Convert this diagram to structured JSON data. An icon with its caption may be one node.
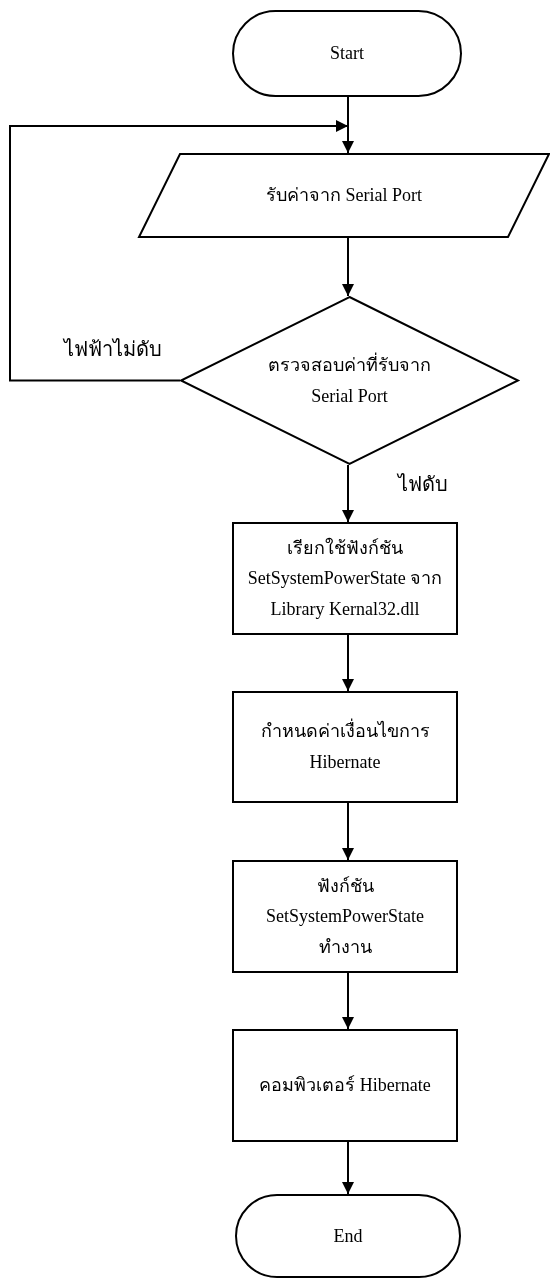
{
  "diagram": {
    "nodes": [
      {
        "text": [
          "Start"
        ]
      },
      {
        "text": [
          "รับค่าจาก Serial Port"
        ]
      },
      {
        "text": [
          "ตรวจสอบค่าที่รับจาก Serial Port"
        ]
      },
      {
        "text": [
          "เรียกใช้ฟังก์ชัน SetSystemPowerState จาก Library Kernal32.dll"
        ]
      },
      {
        "text": [
          "กำหนดค่าเงื่อนไขการ Hibernate"
        ]
      },
      {
        "text": [
          "ฟังก์ชัน SetSystemPowerState ทำงาน"
        ]
      },
      {
        "text": [
          "คอมพิวเตอร์ Hibernate"
        ]
      },
      {
        "text": [
          "End"
        ]
      }
    ],
    "edges": [
      {
        "from": 0,
        "to": 1,
        "arrow": "to"
      },
      {
        "from": 1,
        "to": 2,
        "arrow": "to"
      },
      {
        "from": 2,
        "to": 1,
        "arrow": "to",
        "label": "ไฟฟ้าไม่ดับ"
      },
      {
        "from": 2,
        "to": 3,
        "arrow": "to",
        "label": "ไฟดับ"
      },
      {
        "from": 3,
        "to": 4,
        "arrow": "to"
      },
      {
        "from": 4,
        "to": 5,
        "arrow": "to"
      },
      {
        "from": 5,
        "to": 6,
        "arrow": "to"
      },
      {
        "from": 6,
        "to": 7,
        "arrow": "to"
      }
    ]
  }
}
